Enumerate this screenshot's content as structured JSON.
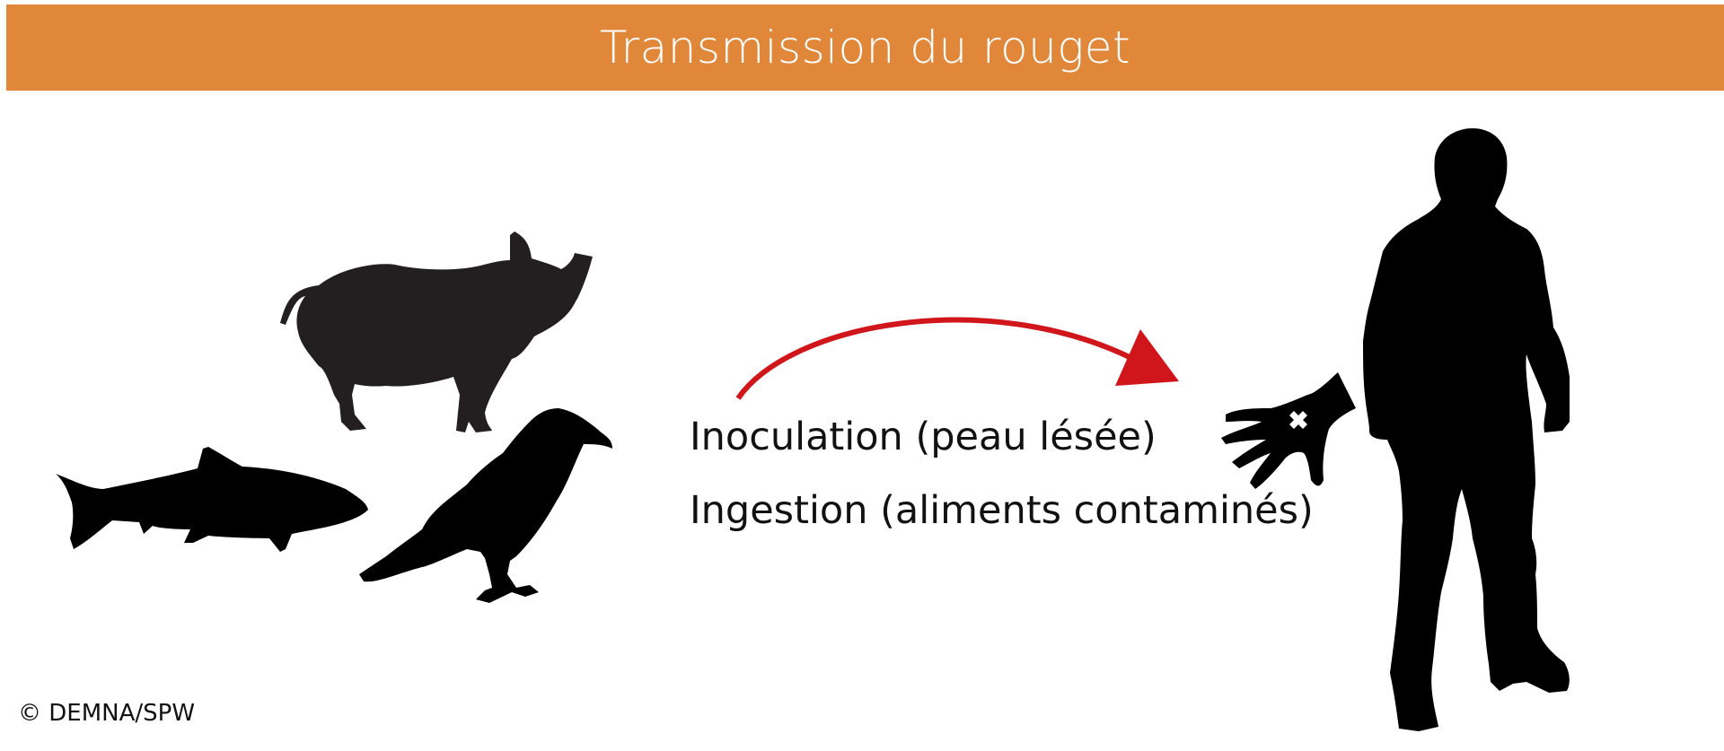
{
  "title": "Transmission du rouget",
  "routes": [
    {
      "label": "Inoculation (peau lésée)"
    },
    {
      "label": "Ingestion (aliments contaminés)"
    }
  ],
  "credit": "© DEMNA/SPW",
  "colors": {
    "banner": "#e1873a",
    "arrow": "#d0161b",
    "silhouette": "#000000",
    "pig": "#231f20"
  },
  "icons": [
    "pig-silhouette",
    "fish-silhouette",
    "bird-silhouette",
    "arrow",
    "hand-wound-icon",
    "human-silhouette"
  ]
}
